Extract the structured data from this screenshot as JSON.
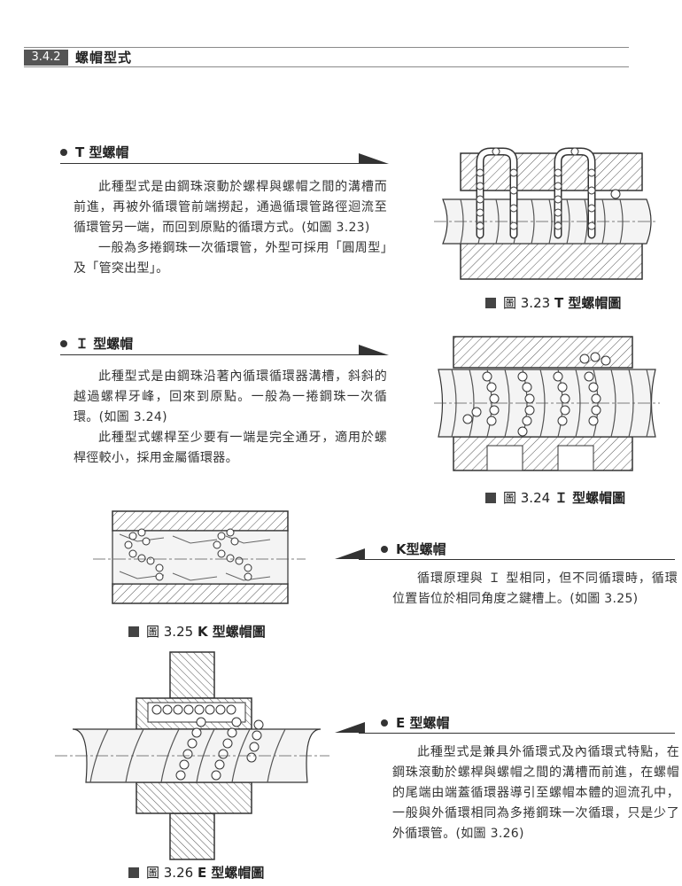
{
  "section": {
    "number": "3.4.2",
    "title": "螺帽型式"
  },
  "t_type": {
    "heading": "T 型螺帽",
    "paragraphs": [
      "此種型式是由鋼珠滾動於螺桿與螺帽之間的溝槽而前進，再被外循環管前端撈起，通過循環管路徑迴流至循環管另一端，而回到原點的循環方式。(如圖 3.23)",
      "一般為多捲鋼珠一次循環管，外型可採用「圓周型」及「管突出型」。"
    ],
    "figure_number": "圖 3.23",
    "figure_title": "T 型螺帽圖"
  },
  "i_type": {
    "heading": "Ｉ 型螺帽",
    "paragraphs": [
      "此種型式是由鋼珠沿著內循環循環器溝槽，斜斜的越過螺桿牙峰，回來到原點。一般為一捲鋼珠一次循環。(如圖 3.24)",
      "此種型式螺桿至少要有一端是完全通牙，適用於螺桿徑較小，採用金屬循環器。"
    ],
    "figure_number": "圖 3.24",
    "figure_title": "Ｉ 型螺帽圖"
  },
  "k_type": {
    "heading": "K型螺帽",
    "paragraphs": [
      "循環原理與 Ｉ 型相同，但不同循環時，循環位置皆位於相同角度之鍵槽上。(如圖 3.25)"
    ],
    "figure_number": "圖 3.25",
    "figure_title": "K 型螺帽圖"
  },
  "e_type": {
    "heading": "E 型螺帽",
    "paragraphs": [
      "此種型式是兼具外循環式及內循環式特點，在鋼珠滾動於螺桿與螺帽之間的溝槽而前進，在螺帽的尾端由端蓋循環器導引至螺帽本體的迴流孔中，一般與外循環相同為多捲鋼珠一次循環，只是少了外循環管。(如圖 3.26)"
    ],
    "figure_number": "圖 3.26",
    "figure_title": "E 型螺帽圖"
  }
}
